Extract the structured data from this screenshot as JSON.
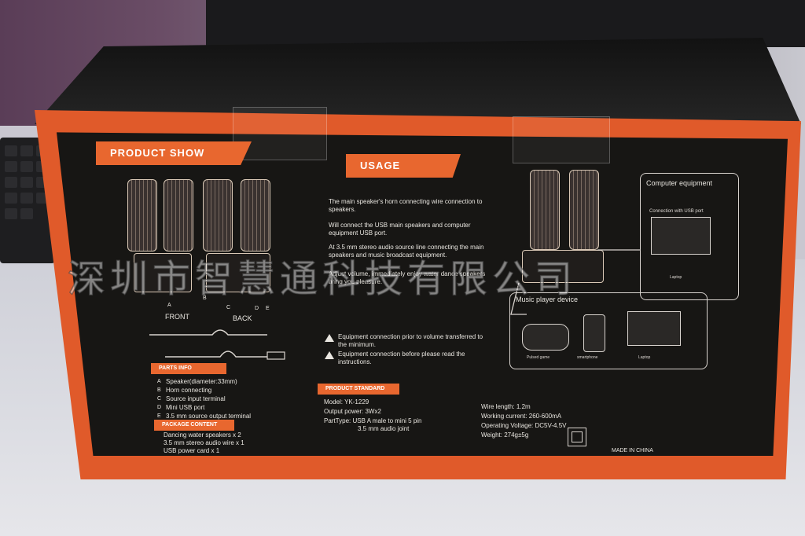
{
  "product_show_title": "PRODUCT SHOW",
  "usage_title": "USAGE",
  "usage_items": [
    "The main speaker's horn connecting wire connection to speakers.",
    "Will connect the USB main speakers and computer equipment USB port.",
    "At 3.5 mm stereo audio source line connecting the main speakers and music broadcast equipment.",
    "Adjust volume, immediately enjoy water dance speakers bring you pleasure."
  ],
  "warnings": [
    "Equipment connection prior to volume transferred to the minimum.",
    "Equipment connection before please read the instructions."
  ],
  "labels": {
    "front": "FRONT",
    "back": "BACK",
    "a": "A",
    "b": "B",
    "c": "C",
    "d": "D",
    "e": "E"
  },
  "parts_info_title": "PARTS INFO",
  "parts": [
    "Speaker(diameter:33mm)",
    "Horn connecting",
    "Source input terminal",
    "Mini USB port",
    "3.5 mm source output terminal"
  ],
  "parts_letters": [
    "A",
    "B",
    "C",
    "D",
    "E"
  ],
  "package_title": "PACKAGE CONTENT",
  "package_items": [
    "Dancing water speakers x 2",
    "3.5 mm stereo audio wire x 1",
    "USB power card x 1"
  ],
  "product_standard_title": "PRODUCT STANDARD",
  "specs_left": [
    "Model: YK-1229",
    "Output power: 3Wx2",
    "PartType: USB A male to mini 5 pin"
  ],
  "specs_left_extra": "3.5 mm audio joint",
  "specs_right": [
    "Wire length: 1.2m",
    "Working current: 260-600mA",
    "Operating Voltage: DC5V-4.5V",
    "Weight: 274g±5g"
  ],
  "made_in": "MADE IN CHINA",
  "computer_equipment": "Computer equipment",
  "connection_usb": "Connection with USB port",
  "laptop": "Laptop",
  "music_player": "Music player device",
  "devices": [
    "Pulsed game",
    "smartphone",
    "Laptop"
  ],
  "watermark": "深圳市智慧通科技有限公司",
  "colors": {
    "accent": "#e8672f",
    "panel": "#171614"
  }
}
